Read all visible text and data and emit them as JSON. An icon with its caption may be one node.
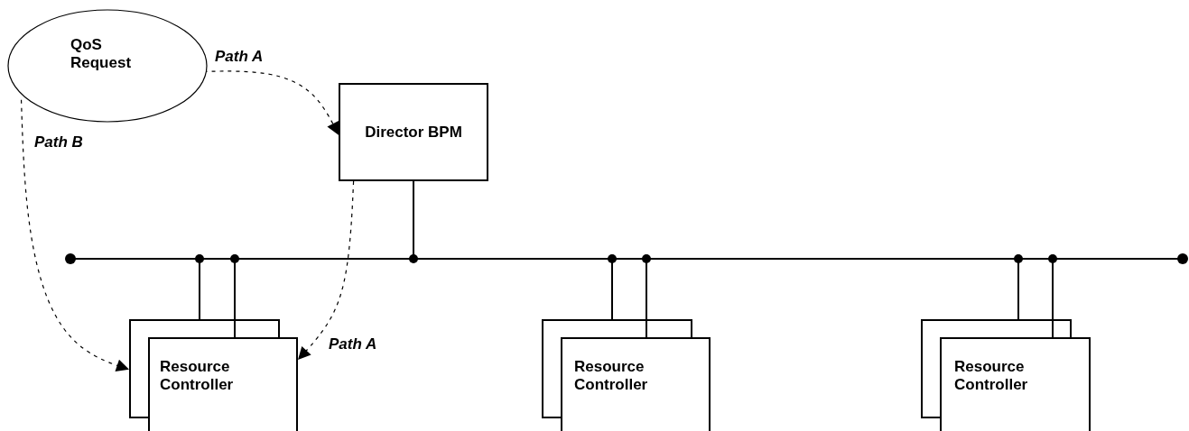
{
  "diagram": {
    "nodes": [
      {
        "text": [
          "QoS Request"
        ]
      },
      {
        "text": [
          "Director BPM"
        ]
      },
      {
        "text": [],
        "shape": "bar"
      },
      {
        "text": [
          "Resource Controller"
        ]
      },
      {
        "text": [
          "Resource Controller"
        ]
      },
      {
        "text": [
          "Resource Controller"
        ]
      }
    ],
    "edges": [
      {
        "from": 0,
        "to": 1,
        "arrow": "to",
        "label": "Path A",
        "style": "dashed"
      },
      {
        "from": 0,
        "to": 3,
        "arrow": "to",
        "label": "Path B",
        "style": "dashed"
      },
      {
        "from": 1,
        "to": 3,
        "arrow": "to",
        "label": "Path A",
        "style": "dashed"
      },
      {
        "from": 1,
        "to": 2,
        "arrow": "other"
      },
      {
        "from": 3,
        "to": 2,
        "arrow": "other"
      },
      {
        "from": 3,
        "to": 2,
        "arrow": "other"
      },
      {
        "from": 4,
        "to": 2,
        "arrow": "other"
      },
      {
        "from": 4,
        "to": 2,
        "arrow": "other"
      },
      {
        "from": 5,
        "to": 2,
        "arrow": "other"
      },
      {
        "from": 5,
        "to": 2,
        "arrow": "other"
      }
    ]
  }
}
